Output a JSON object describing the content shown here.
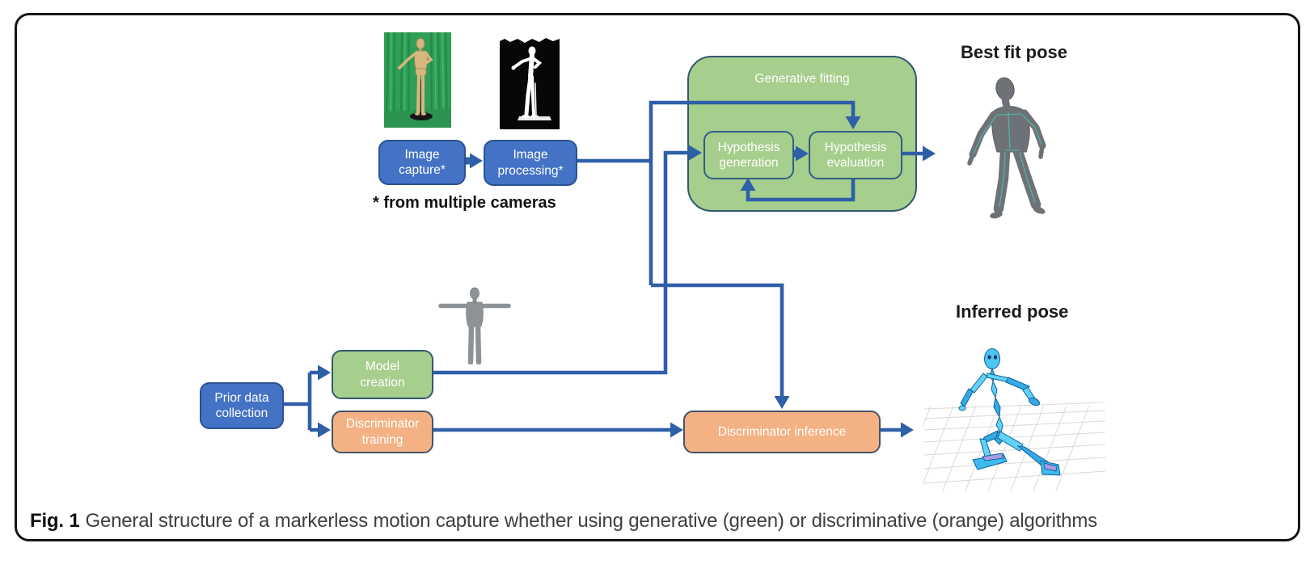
{
  "figure": {
    "caption_label": "Fig. 1",
    "caption_text": "General structure of a markerless motion capture whether using generative (green) or discriminative (orange) algorithms",
    "footnote": "* from multiple cameras"
  },
  "nodes": {
    "image_capture": {
      "label": "Image\ncapture*"
    },
    "image_processing": {
      "label": "Image\nprocessing*"
    },
    "generative_fitting": {
      "label": "Generative fitting"
    },
    "hypothesis_generation": {
      "label": "Hypothesis\ngeneration"
    },
    "hypothesis_evaluation": {
      "label": "Hypothesis\nevaluation"
    },
    "prior_data_collection": {
      "label": "Prior data\ncollection"
    },
    "model_creation": {
      "label": "Model\ncreation"
    },
    "discriminator_training": {
      "label": "Discriminator\ntraining"
    },
    "discriminator_inference": {
      "label": "Discriminator inference"
    }
  },
  "outputs": {
    "best_fit_pose": {
      "label": "Best fit pose"
    },
    "inferred_pose": {
      "label": "Inferred pose"
    }
  },
  "images": {
    "mannequin_photo": "mannequin-greenscreen-photo",
    "silhouette_image": "binary-silhouette-image",
    "t_pose_model": "t-pose-body-model",
    "best_fit_model": "best-fit-body-mesh",
    "inferred_skeleton": "inferred-skeleton-on-grid"
  },
  "colors": {
    "process_blue": "#4472c4",
    "generative_green": "#a6ce8c",
    "discriminative_orange": "#f4b183",
    "connector_blue": "#2e5fa8"
  }
}
